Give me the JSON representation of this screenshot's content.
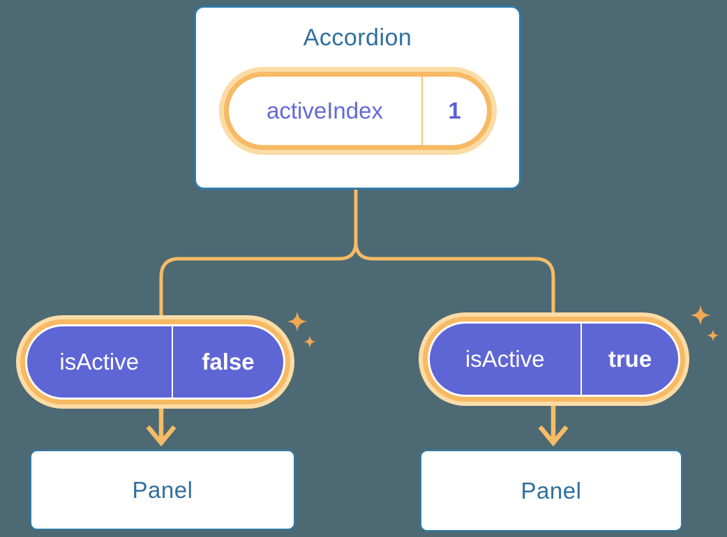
{
  "colors": {
    "background": "#4D6973",
    "connector_orange": "#F6BB66",
    "pill_border_orange": "#F7B963",
    "pill_glow_peach": "#FBDCA6",
    "sparkle_orange": "#F0A852",
    "pill_purple_fill": "#5E65D4",
    "purple_text": "#6468DA",
    "box_border_blue": "#2E7BA8",
    "blue_text": "#2F6F9F",
    "white": "#FFFFFF"
  },
  "accordion": {
    "title": "Accordion",
    "state_pill": {
      "name": "activeIndex",
      "value": "1"
    }
  },
  "panels": [
    {
      "prop_pill": {
        "name": "isActive",
        "value": "false"
      },
      "box_label": "Panel"
    },
    {
      "prop_pill": {
        "name": "isActive",
        "value": "true"
      },
      "box_label": "Panel"
    }
  ]
}
